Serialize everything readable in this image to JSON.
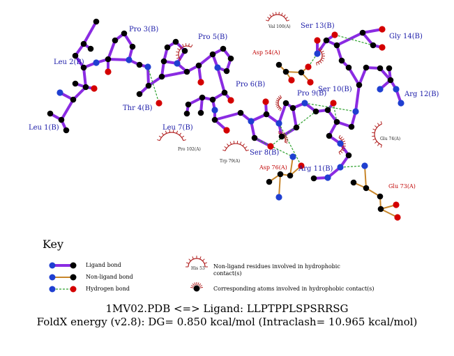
{
  "residues": {
    "leu1": "Leu 1(B)",
    "leu2": "Leu 2(B)",
    "pro3": "Pro 3(B)",
    "thr4": "Thr 4(B)",
    "pro5": "Pro 5(B)",
    "pro6": "Pro 6(B)",
    "leu7": "Leu 7(B)",
    "ser8": "Ser 8(B)",
    "pro9": "Pro 9(B)",
    "ser10": "Ser 10(B)",
    "arg11": "Arg 11(B)",
    "arg12": "Arg 12(B)",
    "ser13": "Ser 13(B)",
    "gly14": "Gly 14(B)"
  },
  "partner_residues": {
    "asp54": "Asp 54(A)",
    "asp76": "Asp 76(A)",
    "glu73": "Glu 73(A)"
  },
  "hydrophobic_residues": {
    "val100": "Val 100(A)",
    "pro102": "Pro 102(A)",
    "trp79": "Trp 79(A)",
    "glu74": "Glu 74(A)"
  },
  "key": {
    "title": "Key",
    "ligand_bond": "Ligand bond",
    "non_ligand_bond": "Non-ligand bond",
    "hydrogen_bond": "Hydrogen bond",
    "his_sample": "His 53",
    "nonligand_hydrophobic": "Non-ligand residues involved in hydrophobic contact(s)",
    "corresponding_atoms": "Corresponding atoms involved in hydrophobic contact(s)"
  },
  "caption": {
    "line1": "1MV02.PDB <=> Ligand: LLPTPPLSPSRRSG",
    "line2": "FoldX energy (v2.8): DG= 0.850 kcal/mol (Intraclash= 10.965 kcal/mol)"
  },
  "colors": {
    "ligand_bond": "#8a2be2",
    "non_ligand_bond": "#c8862a",
    "hbond": "#2ca02c",
    "carbon": "#000000",
    "nitrogen": "#1f3fd1",
    "oxygen": "#d40000",
    "hydrophobic_arc": "#b22222"
  }
}
